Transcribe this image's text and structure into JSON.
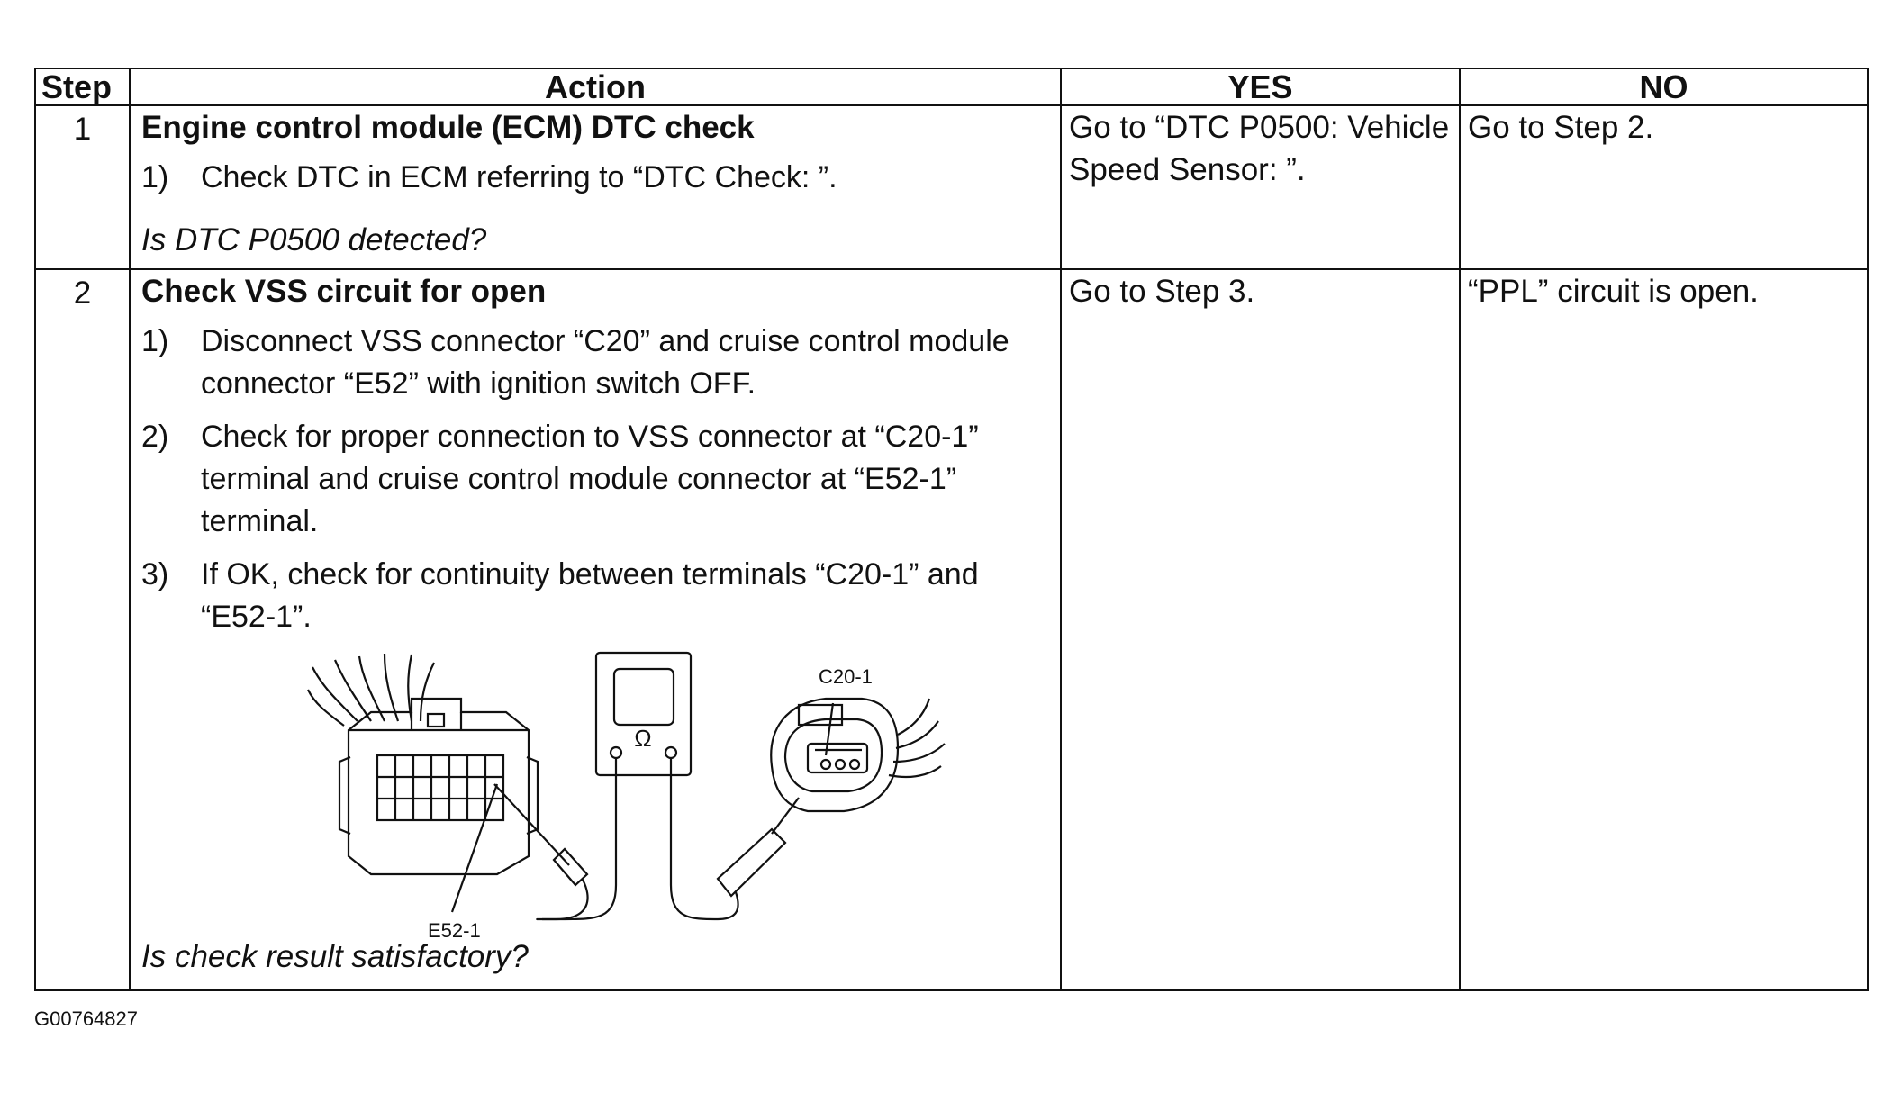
{
  "table": {
    "headers": {
      "step": "Step",
      "action": "Action",
      "yes": "YES",
      "no": "NO"
    },
    "rows": [
      {
        "step": "1",
        "title": "Engine control module (ECM) DTC check",
        "items": [
          {
            "num": "1)",
            "text": "Check DTC in ECM referring to “DTC Check: ”."
          }
        ],
        "question": "Is DTC P0500 detected?",
        "yes": "Go to “DTC P0500: Vehicle Speed Sensor: ”.",
        "no": "Go to Step 2."
      },
      {
        "step": "2",
        "title": "Check VSS circuit for open",
        "items": [
          {
            "num": "1)",
            "text": "Disconnect VSS connector “C20” and cruise control module connector “E52” with ignition switch OFF."
          },
          {
            "num": "2)",
            "text": "Check for proper connection to VSS connector at “C20-1” terminal and cruise control module connector at “E52-1” terminal."
          },
          {
            "num": "3)",
            "text": "If OK, check for continuity between terminals “C20-1” and “E52-1”."
          }
        ],
        "diagram": {
          "label_c20": "C20-1",
          "label_e52": "E52-1",
          "meter_symbol": "Ω"
        },
        "question": "Is check result satisfactory?",
        "yes": "Go to Step 3.",
        "no": "“PPL” circuit is open."
      }
    ]
  },
  "footer_id": "G00764827"
}
